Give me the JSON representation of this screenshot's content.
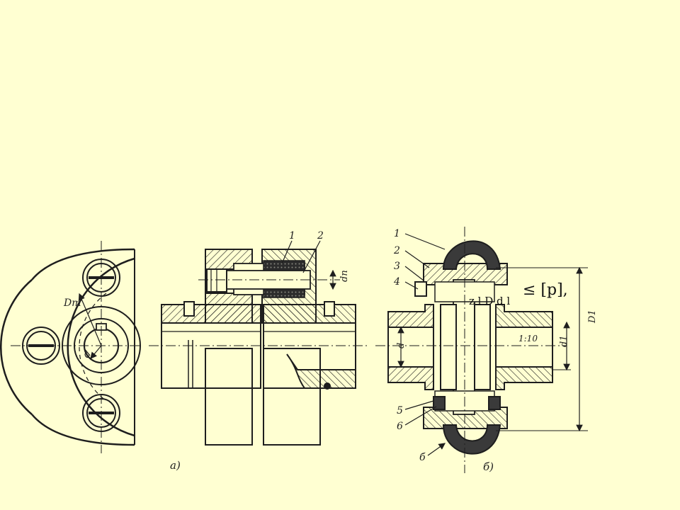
{
  "figure": {
    "background": "#FFFFD2",
    "line_color": "#1e1e1e",
    "elastic_color": "#3a3a3a",
    "view_a": {
      "caption": "а)",
      "callouts": [
        "1",
        "2"
      ],
      "dim_Dm": "Dm",
      "dim_d": "d",
      "dim_dn": "dп"
    },
    "view_b": {
      "caption": "б)",
      "callouts": [
        "1",
        "2",
        "3",
        "4",
        "5",
        "6"
      ],
      "section_mark": "б",
      "dim_d": "d",
      "dim_d1": "d1",
      "dim_D1": "D1",
      "taper": "1:10",
      "formula_main": "≤ [p],",
      "formula_sub": "z l D d l"
    }
  }
}
